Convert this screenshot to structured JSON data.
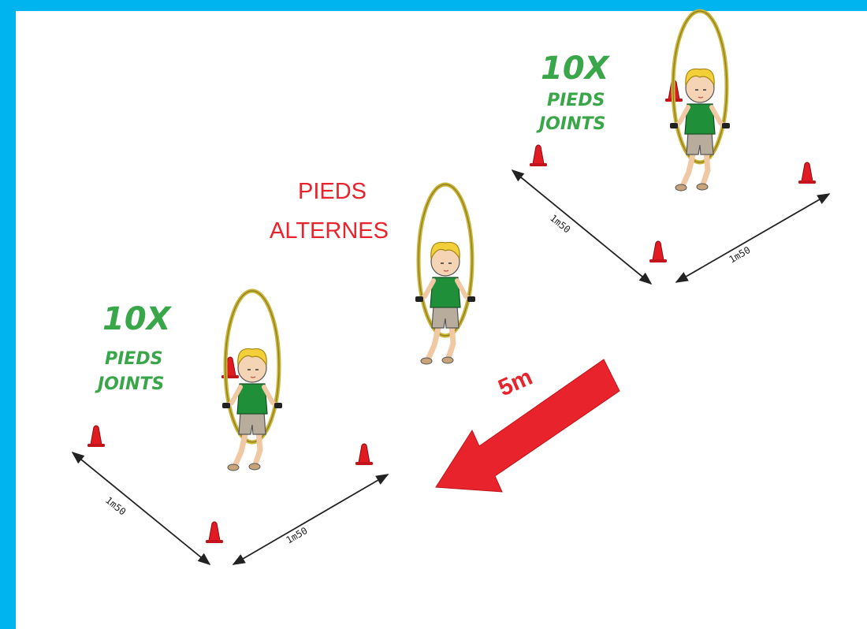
{
  "station_left": {
    "count": "10X",
    "line1": "PIEDS",
    "line2": "JOINTS",
    "dim_a": "1m50",
    "dim_b": "1m50"
  },
  "station_middle": {
    "line1": "PIEDS",
    "line2": "ALTERNES"
  },
  "station_right": {
    "count": "10X",
    "line1": "PIEDS",
    "line2": "JOINTS",
    "dim_a": "1m50",
    "dim_b": "1m50"
  },
  "direction_arrow": {
    "distance": "5m"
  },
  "colors": {
    "border": "#00b4f0",
    "label_green": "#3aa64a",
    "label_red": "#e8232b",
    "cone": "#e11b22",
    "shirt": "#1f8f3a",
    "shorts": "#b8ad9c",
    "hair": "#f3d03a",
    "rope": "#c9b437"
  },
  "icons": [
    "cone-icon",
    "child-jumping-rope-icon",
    "double-arrow-icon",
    "big-arrow-icon"
  ]
}
